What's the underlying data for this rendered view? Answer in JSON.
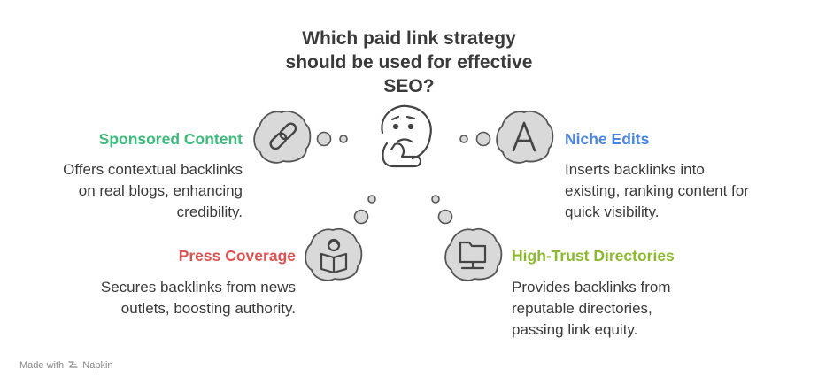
{
  "title": [
    "Which paid link strategy",
    "should be used for effective",
    "SEO?"
  ],
  "strategies": [
    {
      "name": "Sponsored Content",
      "color": "#3dbb7a",
      "description": [
        "Offers contextual backlinks",
        "on real blogs, enhancing",
        "credibility."
      ],
      "icon": "chain-link-icon"
    },
    {
      "name": "Niche Edits",
      "color": "#4a86e0",
      "description": [
        "Inserts backlinks into",
        "existing, ranking content for",
        "quick visibility."
      ],
      "icon": "letter-a-icon"
    },
    {
      "name": "Press Coverage",
      "color": "#e05252",
      "description": [
        "Secures backlinks from news",
        "outlets, boosting authority."
      ],
      "icon": "reading-person-icon"
    },
    {
      "name": "High-Trust Directories",
      "color": "#8cba2e",
      "description": [
        "Provides backlinks from",
        "reputable directories,",
        "passing link equity."
      ],
      "icon": "folder-network-icon"
    }
  ],
  "center_icon": "thinking-face-icon",
  "footer": {
    "made_with": "Made with",
    "brand": "Napkin"
  }
}
